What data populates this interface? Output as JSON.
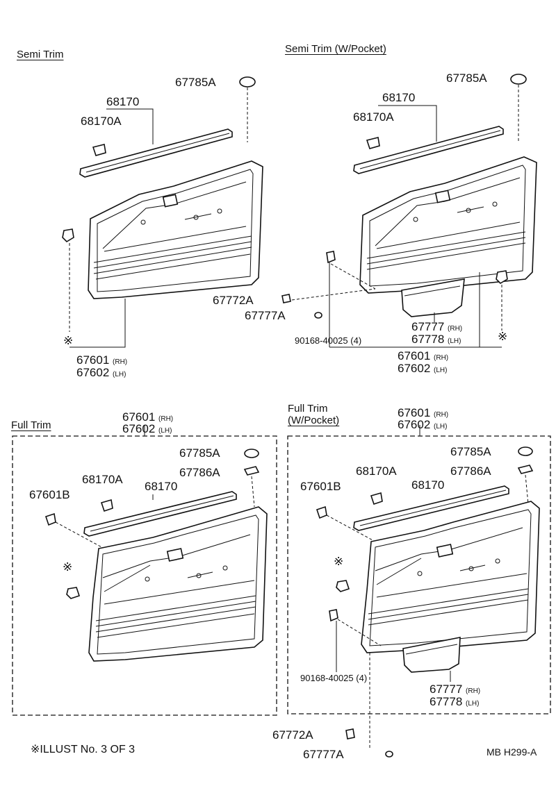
{
  "sections": {
    "semi_trim": {
      "title": "Semi Trim"
    },
    "semi_trim_pocket": {
      "title": "Semi Trim (W/Pocket)"
    },
    "full_trim": {
      "title": "Full Trim"
    },
    "full_trim_pocket": {
      "title_line1": "Full Trim",
      "title_line2": "(W/Pocket)"
    }
  },
  "parts": {
    "p67785A": "67785A",
    "p67786A": "67786A",
    "p68170": "68170",
    "p68170A": "68170A",
    "p67601": "67601",
    "p67602": "67602",
    "p67601B": "67601B",
    "p67772A": "67772A",
    "p67777A": "67777A",
    "p67777": "67777",
    "p67778": "67778",
    "p90168": "90168-40025",
    "qty4": "(4)",
    "rh": "(RH)",
    "lh": "(LH)"
  },
  "footer": {
    "illust_note": "※ILLUST  No.  3 OF 3",
    "code": "MB  H299-A"
  },
  "icons": {
    "reference_mark": "※"
  }
}
